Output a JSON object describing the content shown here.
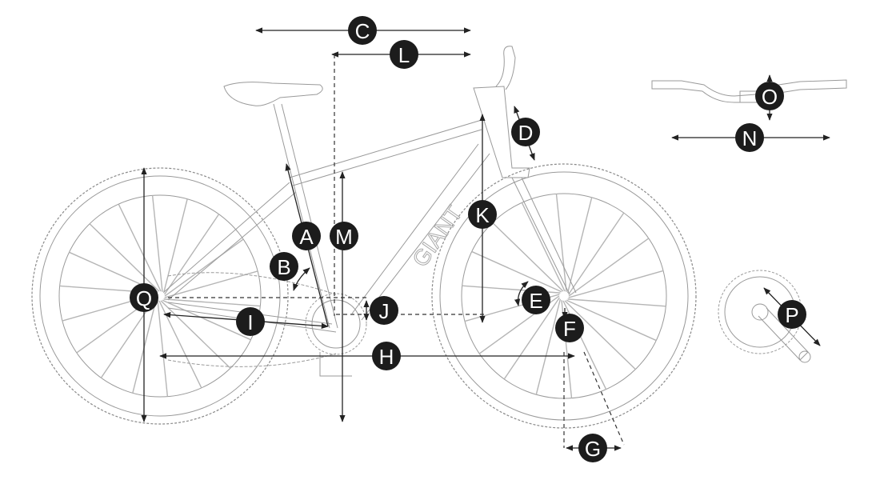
{
  "title": "Bicycle geometry diagram",
  "labels": {
    "A": "A",
    "B": "B",
    "C": "C",
    "D": "D",
    "E": "E",
    "F": "F",
    "G": "G",
    "H": "H",
    "I": "I",
    "J": "J",
    "K": "K",
    "L": "L",
    "M": "M",
    "N": "N",
    "O": "O",
    "P": "P",
    "Q": "Q"
  },
  "frame_logo": "GIANT",
  "colors": {
    "badge": "#1c1c1c",
    "line": "#222222",
    "drawing": "#9a9a9a"
  }
}
